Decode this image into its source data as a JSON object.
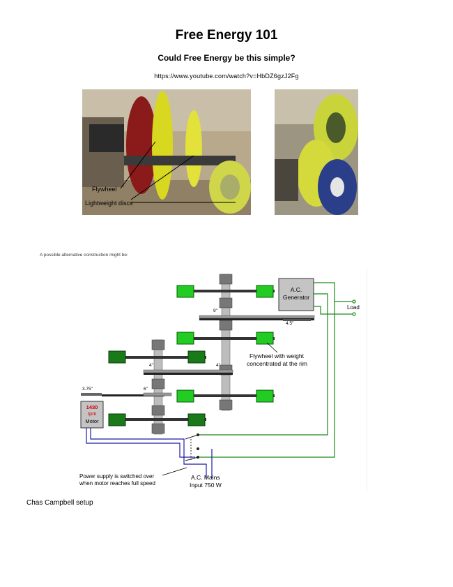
{
  "document": {
    "title": "Free Energy 101",
    "subtitle": "Could Free Energy be this simple?",
    "url": "https://www.youtube.com/watch?v=HbDZ6gzJ2Fg",
    "note": "A possible alternative construction might be:",
    "caption": "Chas Campbell setup"
  },
  "photo_left": {
    "label_flywheel": "Flywheel",
    "label_discs": "Lightweight discs"
  },
  "diagram": {
    "generator_line1": "A.C.",
    "generator_line2": "Generator",
    "load": "Load",
    "flywheel_line1": "Flywheel with weight",
    "flywheel_line2": "concentrated at the rim",
    "motor_line1": "1430",
    "motor_line2": "rpm",
    "motor_line3": "Motor",
    "mains_line1": "A.C. Mains",
    "mains_line2": "Input 750 W",
    "switch_line1": "Power supply is switched over",
    "switch_line2": "when motor reaches full speed",
    "pulley_9": "9\"",
    "pulley_45": "4.5\"",
    "pulley_4a": "4\"",
    "pulley_4b": "4\"",
    "pulley_375": "3.75\"",
    "pulley_6": "6\""
  },
  "colors": {
    "wheel_green": "#22cc22",
    "wheel_dark": "#1a7a1a",
    "wire_green": "#1a8a1a",
    "wire_blue": "#1a1aaa",
    "motor_red": "#cc0000"
  }
}
